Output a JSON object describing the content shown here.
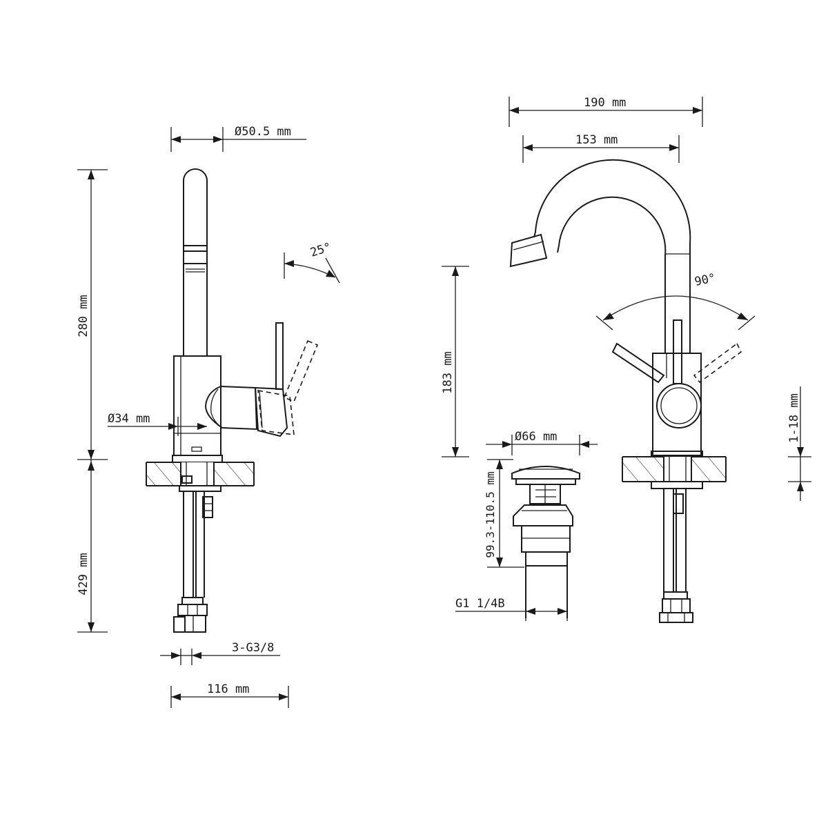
{
  "dimensions": {
    "spout_diameter": "Ø50.5 mm",
    "total_height": "280 mm",
    "lever_tilt": "25°",
    "body_diameter": "Ø34 mm",
    "hose_length": "429 mm",
    "hose_thread": "3-G3/8",
    "base_width": "116 mm",
    "reach": "190 mm",
    "spout_reach": "153 mm",
    "lever_rotation": "90°",
    "spout_height": "183 mm",
    "drain_diameter": "Ø66 mm",
    "drain_height": "99.3-110.5 mm",
    "drain_thread": "G1 1/4B",
    "deck_thickness": "1-18 mm"
  }
}
